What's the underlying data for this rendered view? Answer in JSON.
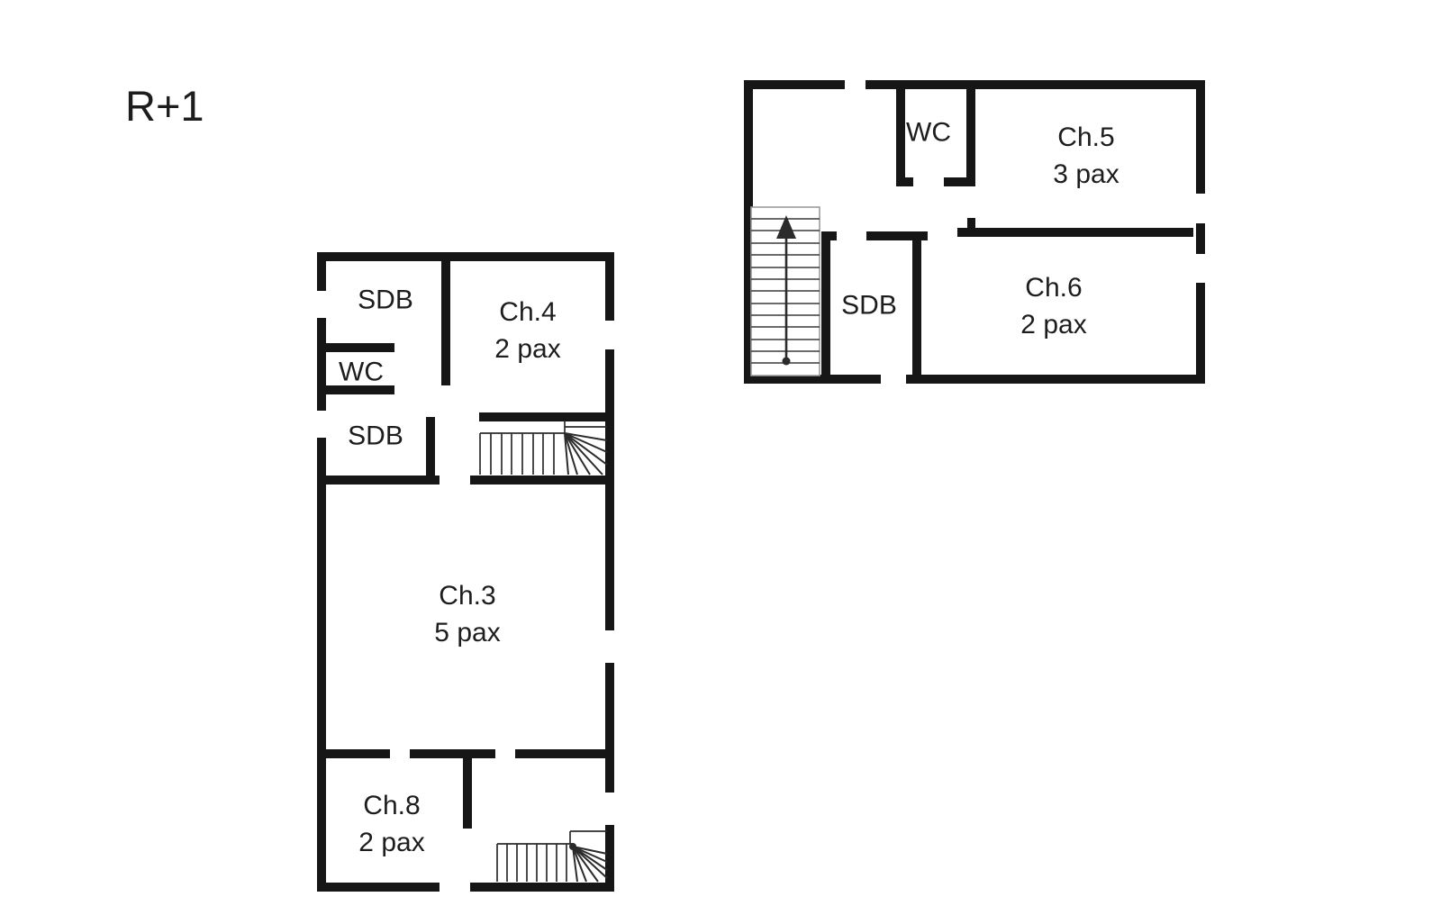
{
  "page": {
    "title": "R+1"
  },
  "colors": {
    "wall": "#161616",
    "text": "#1d1d1d",
    "stair_line": "#2b2b2b",
    "stair_border": "#9c9c9c",
    "background": "#ffffff"
  },
  "left_wing": {
    "rooms": [
      {
        "id": "sdb-top",
        "label": "SDB",
        "capacity": ""
      },
      {
        "id": "wc",
        "label": "WC",
        "capacity": ""
      },
      {
        "id": "sdb-mid",
        "label": "SDB",
        "capacity": ""
      },
      {
        "id": "ch4",
        "label": "Ch.4",
        "capacity": "2 pax"
      },
      {
        "id": "ch3",
        "label": "Ch.3",
        "capacity": "5 pax"
      },
      {
        "id": "ch8",
        "label": "Ch.8",
        "capacity": "2 pax"
      }
    ]
  },
  "right_wing": {
    "rooms": [
      {
        "id": "wc",
        "label": "WC",
        "capacity": ""
      },
      {
        "id": "ch5",
        "label": "Ch.5",
        "capacity": "3 pax"
      },
      {
        "id": "sdb",
        "label": "SDB",
        "capacity": ""
      },
      {
        "id": "ch6",
        "label": "Ch.6",
        "capacity": "2 pax"
      }
    ]
  }
}
